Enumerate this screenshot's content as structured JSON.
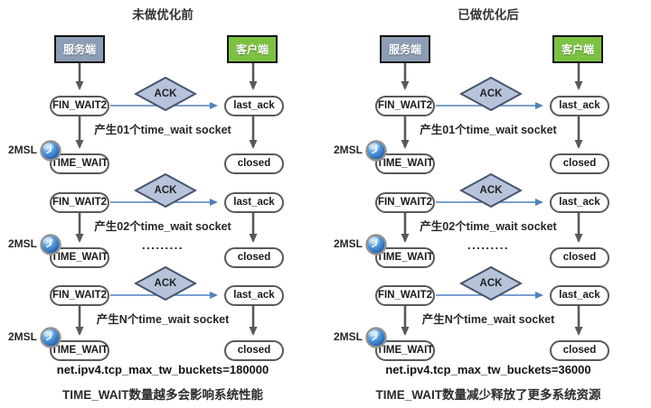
{
  "colors": {
    "server_box": "#8c9db5",
    "client_box": "#7cc142",
    "diamond_fill": "#b6c3da",
    "diamond_border": "#44546a",
    "arrow_gray": "#595959",
    "arrow_blue": "#4f81bd",
    "clock_blue": "#2a7ad4"
  },
  "panels": [
    {
      "id": "before",
      "title": "未做优化前",
      "server_label": "服务端",
      "client_label": "客户端",
      "units": [
        {
          "left_state": "FIN_WAIT2",
          "ack_label": "ACK",
          "right_state": "last_ack",
          "caption": "产生01个time_wait socket",
          "msl_label": "2MSL",
          "wait_state": "TIME_WAIT",
          "closed_state": "closed"
        },
        {
          "left_state": "FIN_WAIT2",
          "ack_label": "ACK",
          "right_state": "last_ack",
          "caption": "产生02个time_wait socket",
          "msl_label": "2MSL",
          "wait_state": "TIME_WAIT",
          "closed_state": "closed"
        },
        {
          "left_state": "FIN_WAIT2",
          "ack_label": "ACK",
          "right_state": "last_ack",
          "caption": "产生N个time_wait socket",
          "msl_label": "2MSL",
          "wait_state": "TIME_WAIT",
          "closed_state": "closed"
        }
      ],
      "ellipsis": ".........",
      "sysctl": "net.ipv4.tcp_max_tw_buckets=180000",
      "summary": "TIME_WAIT数量越多会影响系统性能"
    },
    {
      "id": "after",
      "title": "已做优化后",
      "server_label": "服务端",
      "client_label": "客户端",
      "units": [
        {
          "left_state": "FIN_WAIT2",
          "ack_label": "ACK",
          "right_state": "last_ack",
          "caption": "产生01个time_wait socket",
          "msl_label": "2MSL",
          "wait_state": "TIME_WAIT",
          "closed_state": "closed"
        },
        {
          "left_state": "FIN_WAIT2",
          "ack_label": "ACK",
          "right_state": "last_ack",
          "caption": "产生02个time_wait socket",
          "msl_label": "2MSL",
          "wait_state": "TIME_WAIT",
          "closed_state": "closed"
        },
        {
          "left_state": "FIN_WAIT2",
          "ack_label": "ACK",
          "right_state": "last_ack",
          "caption": "产生N个time_wait socket",
          "msl_label": "2MSL",
          "wait_state": "TIME_WAIT",
          "closed_state": "closed"
        }
      ],
      "ellipsis": ".........",
      "sysctl": "net.ipv4.tcp_max_tw_buckets=36000",
      "summary": "TIME_WAIT数量减少释放了更多系统资源"
    }
  ]
}
